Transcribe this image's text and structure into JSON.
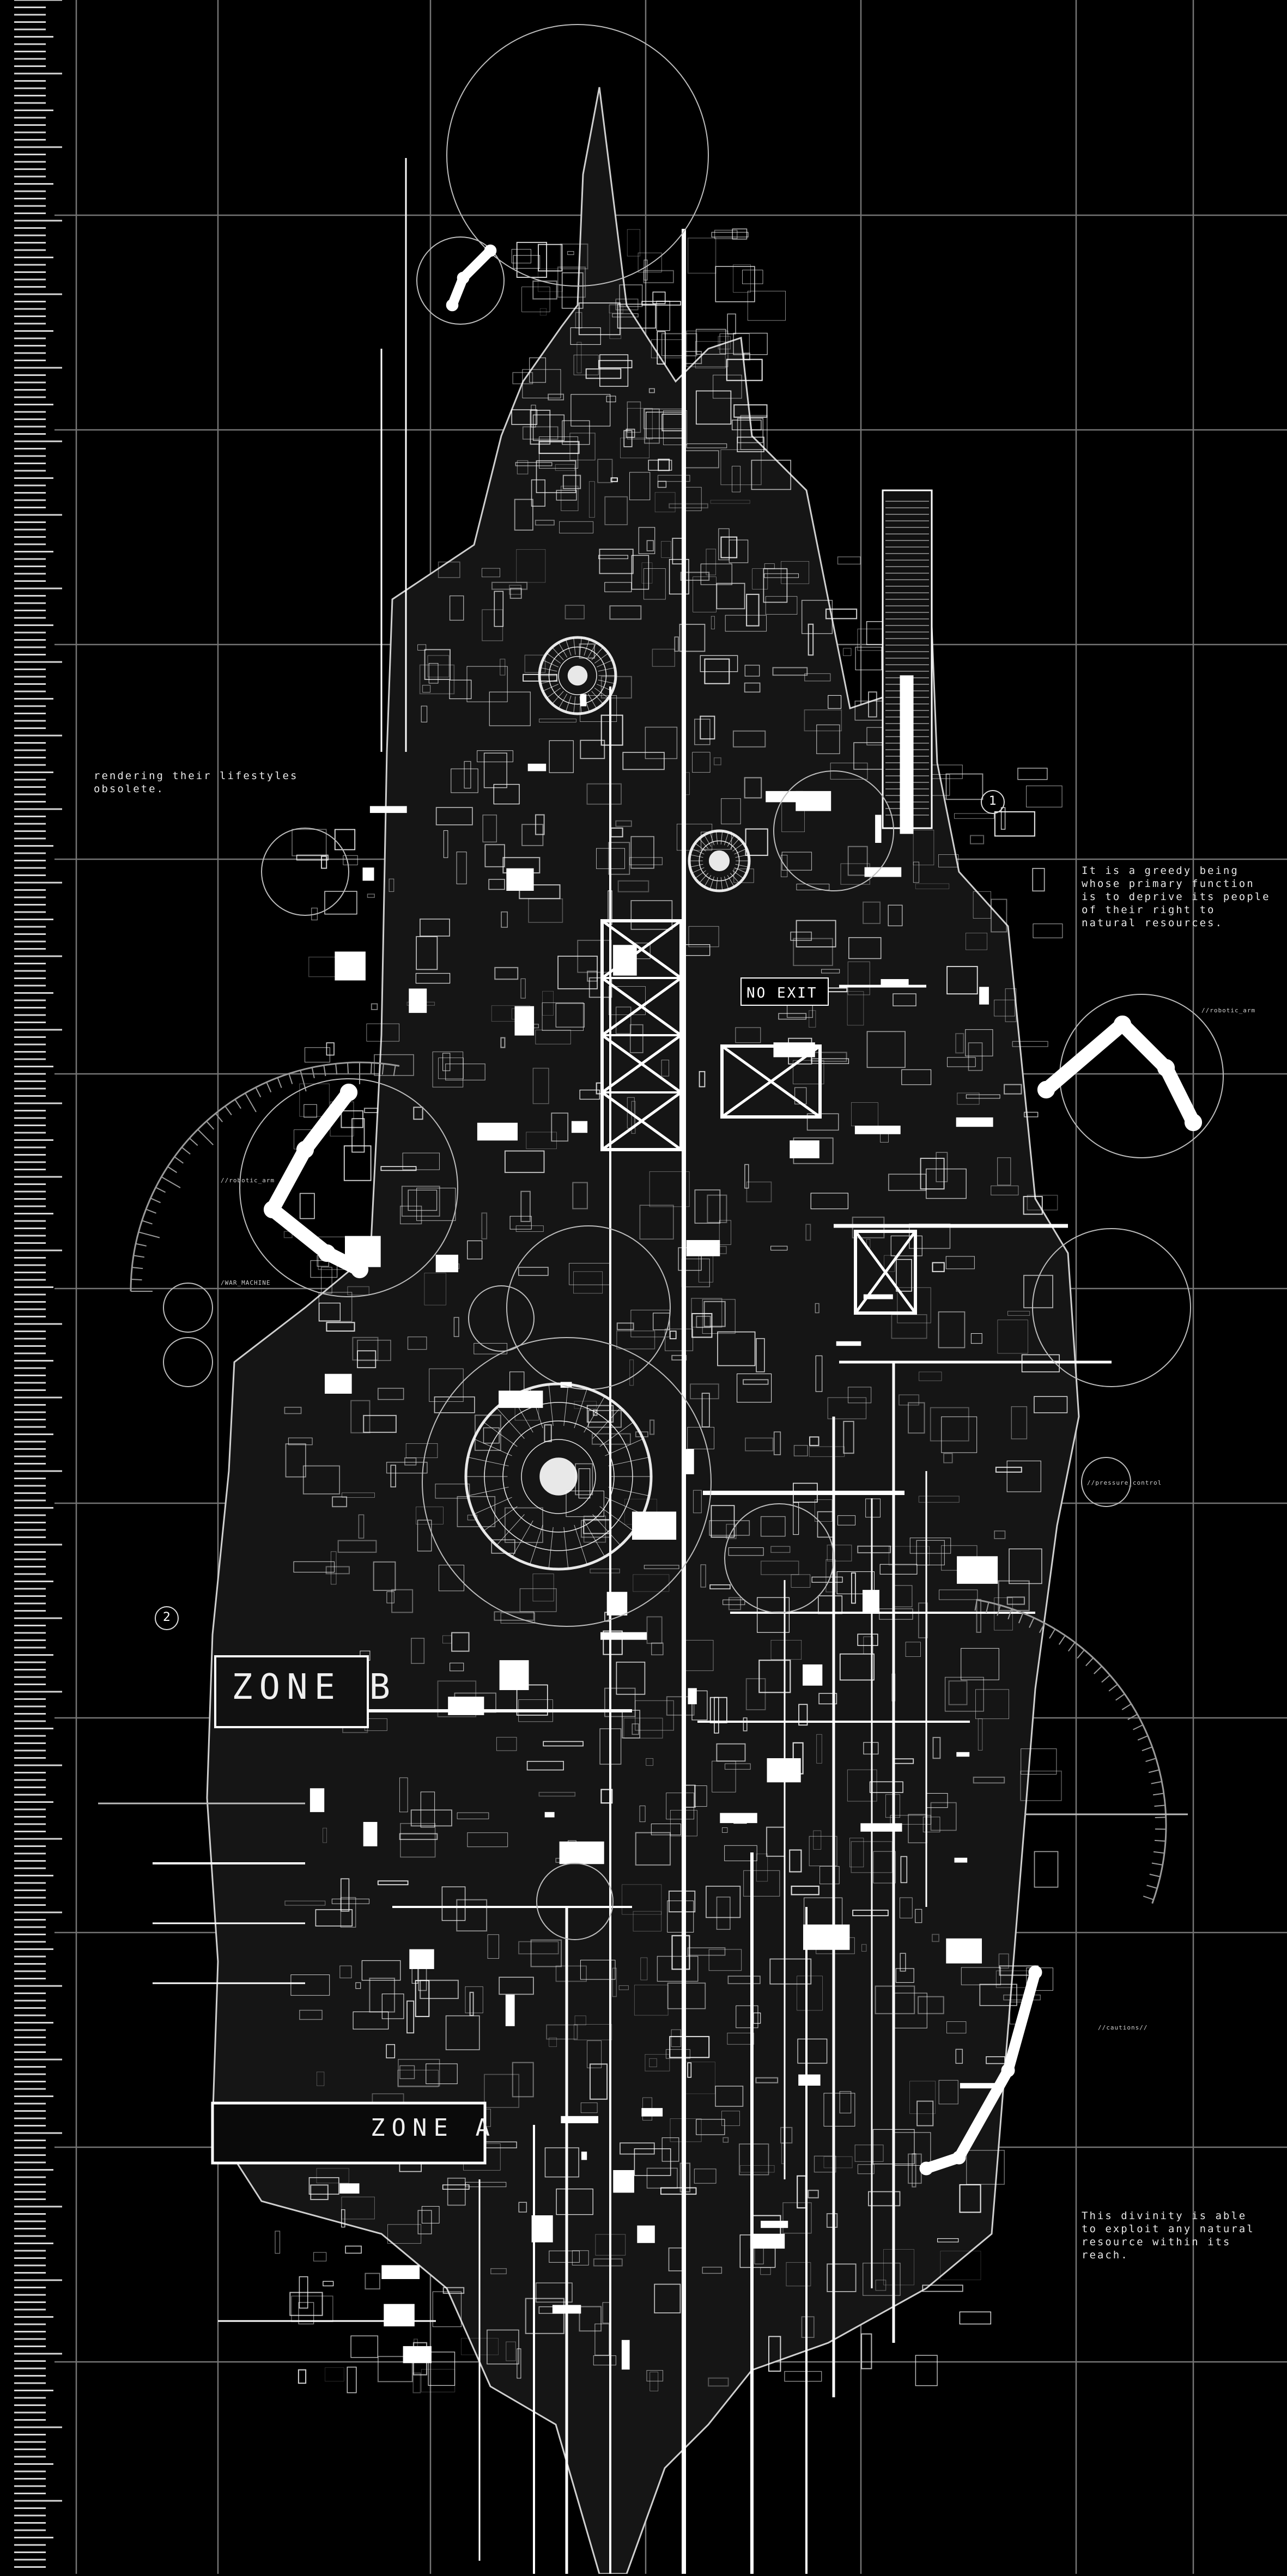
{
  "notes": {
    "left_top": "rendering their lifestyles\nobsolete.",
    "right_top": "It is a greedy being\nwhose primary function\nis to deprive its people\nof their right to\nnatural resources.",
    "right_bottom": "This divinity is able\nto exploit any natural\nresource within its\nreach."
  },
  "signage": {
    "no_exit": "NO EXIT",
    "zone_a": "ZONE A",
    "zone_b": "ZONE B"
  },
  "markers": {
    "marker_1": "1",
    "marker_2": "2"
  },
  "labels": {
    "war_machine": "/WAR_MACHINE",
    "robotic_arm_left": "//robotic_arm",
    "robotic_arm_right": "//robotic_arm",
    "cautions": "//cautions//",
    "pressure_control": "//pressure_control"
  },
  "colors": {
    "background": "#000000",
    "grid": "#8a8a8a",
    "ink": "#ffffff"
  }
}
